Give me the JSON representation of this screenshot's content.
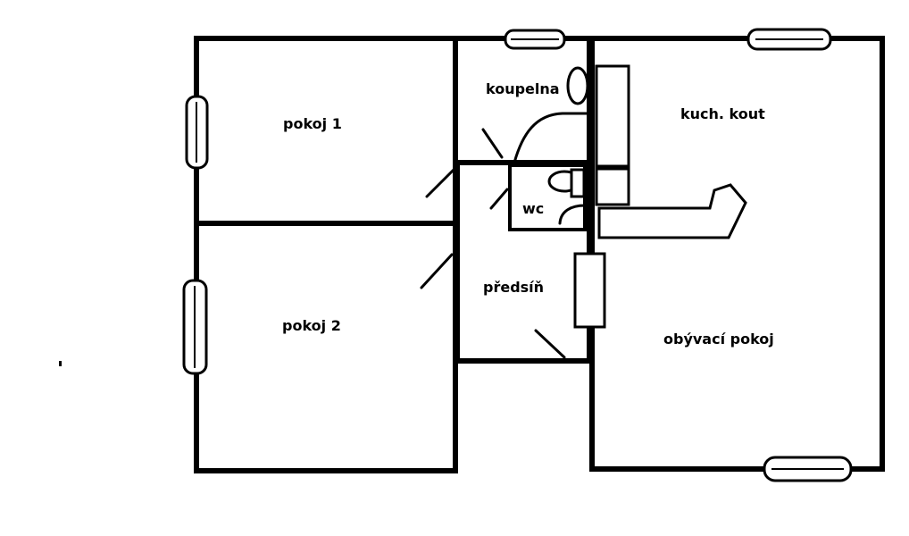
{
  "rooms": {
    "pokoj1": "pokoj 1",
    "pokoj2": "pokoj 2",
    "koupelna": "koupelna",
    "wc": "wc",
    "predsin": "předsíň",
    "kuchyne": "kuch. kout",
    "obyvaci": "obývací pokoj"
  }
}
